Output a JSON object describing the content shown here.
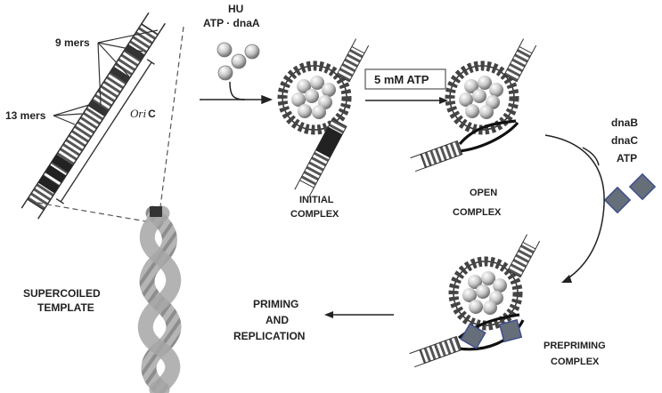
{
  "labels": {
    "nine_mers": "9 mers",
    "thirteen_mers": "13 mers",
    "oric_prefix": "Ori",
    "oric_suffix": "C",
    "hu": "HU",
    "atp_dnaa": "ATP · dnaA",
    "atp_5mm": "5 mM ATP",
    "initial_line1": "INITIAL",
    "initial_line2": "COMPLEX",
    "open_line1": "OPEN",
    "open_line2": "COMPLEX",
    "dnab": "dnaB",
    "dnac": "dnaC",
    "atp": "ATP",
    "supercoiled_line1": "SUPERCOILED",
    "supercoiled_line2": "TEMPLATE",
    "priming_line1": "PRIMING",
    "priming_line2": "AND",
    "priming_line3": "REPLICATION",
    "prepriming_line1": "PREPRIMING",
    "prepriming_line2": "COMPLEX"
  },
  "colors": {
    "ink": "#222222",
    "protein_fill": "#666e7a",
    "protein_stroke": "#3d4f8c",
    "sphere_light": "#e8e8e8",
    "sphere_dark": "#8a8a8a",
    "dna_gray": "#9a9a9a"
  }
}
